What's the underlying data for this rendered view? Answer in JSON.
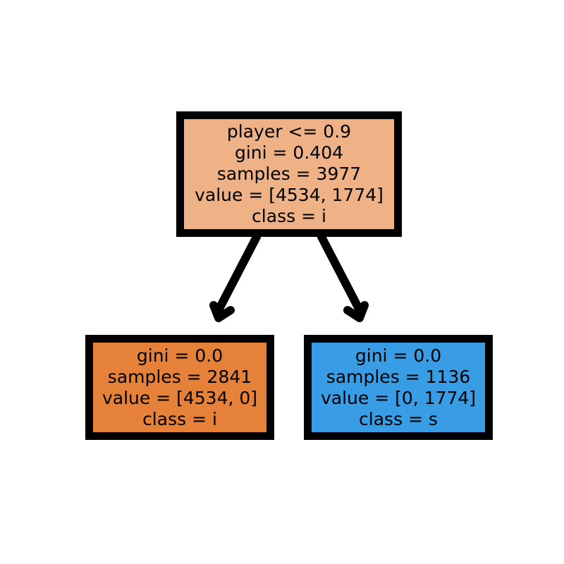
{
  "diagram": {
    "type": "decision-tree",
    "nodes": {
      "root": {
        "lines": [
          "player <= 0.9",
          "gini = 0.404",
          "samples = 3977",
          "value = [4534, 1774]",
          "class = i"
        ],
        "fill": "#efb287"
      },
      "left": {
        "lines": [
          "gini = 0.0",
          "samples = 2841",
          "value = [4534, 0]",
          "class = i"
        ],
        "fill": "#e58139"
      },
      "right": {
        "lines": [
          "gini = 0.0",
          "samples = 1136",
          "value = [0, 1774]",
          "class = s"
        ],
        "fill": "#399de5"
      }
    },
    "edges": [
      {
        "from": "root",
        "to": "left"
      },
      {
        "from": "root",
        "to": "right"
      }
    ],
    "colors": {
      "border": "#000000",
      "edge": "#000000",
      "background": "#ffffff"
    }
  }
}
